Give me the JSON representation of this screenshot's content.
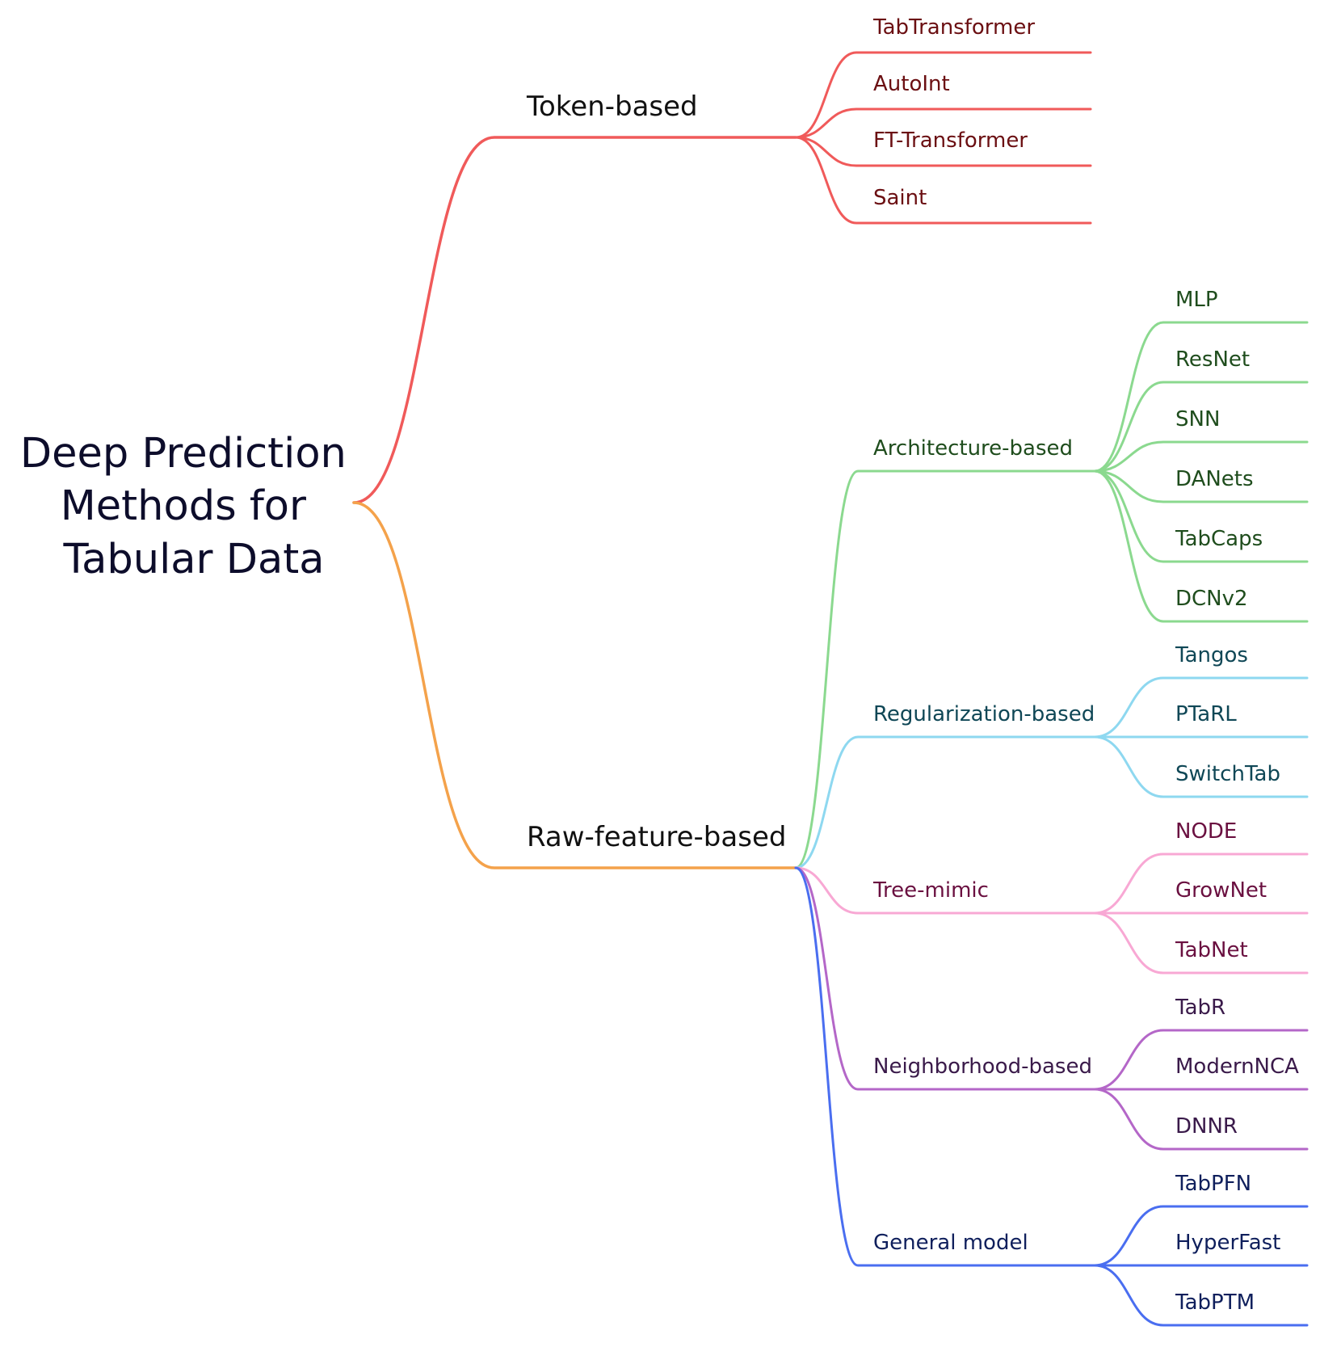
{
  "root": {
    "lines": [
      "Deep Prediction",
      "Methods for",
      "Tabular Data"
    ],
    "color": "#ef5350"
  },
  "branches": [
    {
      "label": "Token-based",
      "color": "#f05a5a",
      "text_color": "#111111",
      "leaves_color": "#6b0f12",
      "leaves": [
        "TabTransformer",
        "AutoInt",
        "FT-Transformer",
        "Saint"
      ]
    },
    {
      "label": "Raw-feature-based",
      "color": "#f4a24b",
      "text_color": "#111111",
      "children": [
        {
          "label": "Architecture-based",
          "color": "#8bd98f",
          "text_color": "#1f4d1d",
          "leaves": [
            "MLP",
            "ResNet",
            "SNN",
            "DANets",
            "TabCaps",
            "DCNv2"
          ]
        },
        {
          "label": "Regularization-based",
          "color": "#8ed8f0",
          "text_color": "#0f4756",
          "leaves": [
            "Tangos",
            "PTaRL",
            "SwitchTab"
          ]
        },
        {
          "label": "Tree-mimic",
          "color": "#f8a8d4",
          "text_color": "#6a1040",
          "leaves": [
            "NODE",
            "GrowNet",
            "TabNet"
          ]
        },
        {
          "label": "Neighborhood-based",
          "color": "#b467c8",
          "text_color": "#3a1a4a",
          "leaves": [
            "TabR",
            "ModernNCA",
            "DNNR"
          ]
        },
        {
          "label": "General model",
          "color": "#4a6ef0",
          "text_color": "#0f1f5c",
          "leaves": [
            "TabPFN",
            "HyperFast",
            "TabPTM"
          ]
        }
      ]
    }
  ]
}
